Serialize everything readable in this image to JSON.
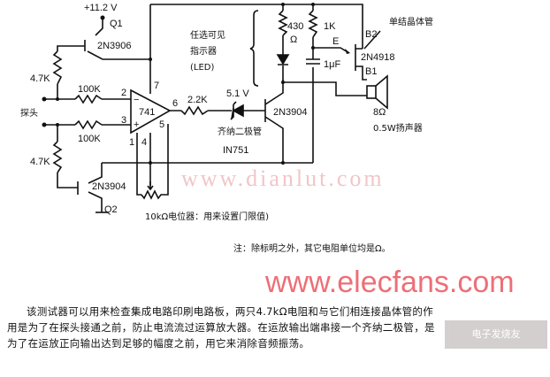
{
  "diagram": {
    "supply": "+11.2 V",
    "q1_label": "Q1",
    "q1_part": "2N3906",
    "q2_label": "Q2",
    "q2_part": "2N3904",
    "r_top": "4.7K",
    "r_bottom": "4.7K",
    "r_in_top": "100K",
    "r_in_bottom": "100K",
    "probe": "探头",
    "opamp": "741",
    "pins": {
      "p2": "2",
      "p3": "3",
      "p7": "7",
      "p6": "6",
      "p5": "5",
      "p1": "1",
      "p4": "4",
      "minus": "−",
      "plus": "+"
    },
    "r_out": "2.2K",
    "zener_v": "5.1 V",
    "zener_name": "齐纳二极管",
    "zener_part": "IN751",
    "q3_part": "2N3904",
    "led_note_1": "任选可见",
    "led_note_2": "指示器",
    "led_note_3": "(LED)",
    "r_led": "430",
    "r_led_unit": "Ω",
    "r_1k": "1K",
    "cap": "1μF",
    "ujt_e": "E",
    "ujt_b2": "B2",
    "ujt_b1": "B1",
    "ujt_part": "2N4918",
    "ujt_name": "单结晶体管",
    "speaker_ohm": "8Ω",
    "speaker_name": "0.5W扬声器",
    "pot_note": "10kΩ电位器：用来设置门限值)",
    "footnote": "注：除标明之外，其它电阻单位均是Ω。",
    "watermark_1": "www.elecfans.com",
    "watermark_2": "www.dianlut.com"
  },
  "caption": "该测试器可以用来检查集成电路印刷电路板，两只4.7kΩ电阻和与它们相连接晶体管的作用是为了在探头接通之前，防止电流流过运算放大器。在运放输出端串接一个齐纳二极管，是为了在运放正向输出达到足够的幅度之前，用它来消除音频振荡。",
  "logo_text": "电子发烧友 elecfans.com"
}
